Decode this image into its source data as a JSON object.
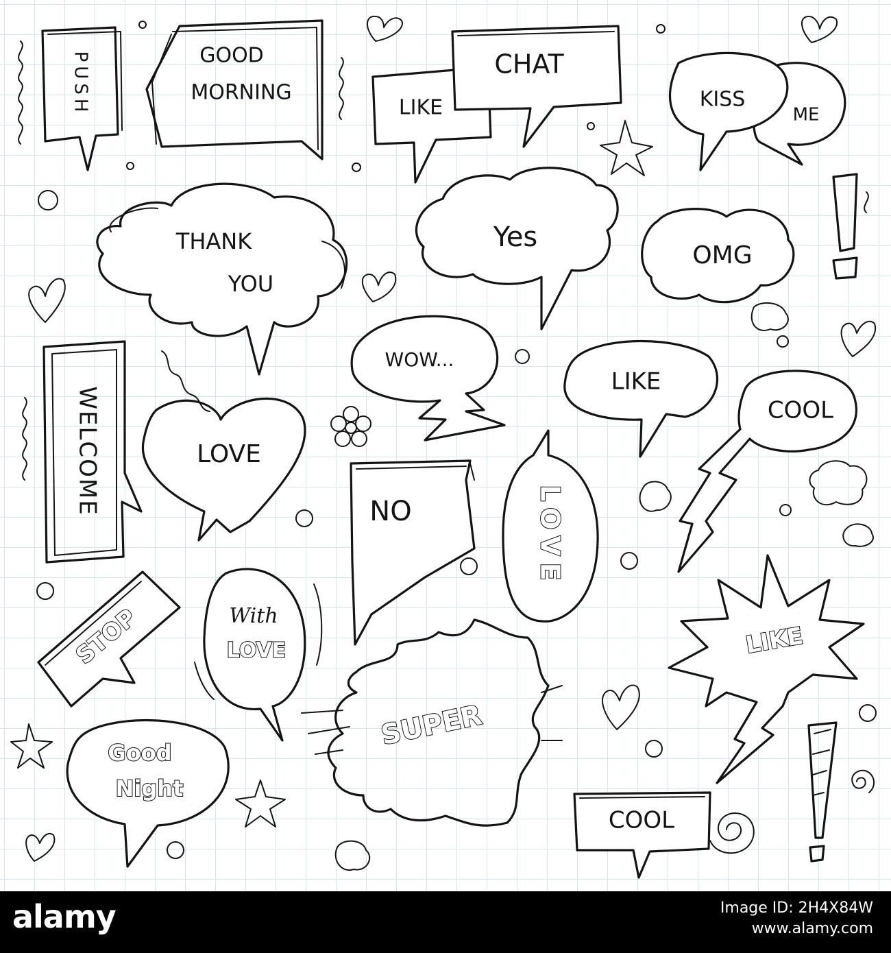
{
  "bubbles": [
    {
      "key": "push",
      "text": "PUSH"
    },
    {
      "key": "good_morning_1",
      "text": "GOOD"
    },
    {
      "key": "good_morning_2",
      "text": "MORNING"
    },
    {
      "key": "like_top",
      "text": "LIKE"
    },
    {
      "key": "chat",
      "text": "CHAT"
    },
    {
      "key": "kiss",
      "text": "KISS"
    },
    {
      "key": "me",
      "text": "ME"
    },
    {
      "key": "thank",
      "text": "THANK"
    },
    {
      "key": "you",
      "text": "YOU"
    },
    {
      "key": "yes",
      "text": "Yes"
    },
    {
      "key": "omg",
      "text": "OMG"
    },
    {
      "key": "welcome",
      "text": "WELCOME"
    },
    {
      "key": "wow",
      "text": "WOW..."
    },
    {
      "key": "like_mid",
      "text": "LIKE"
    },
    {
      "key": "cool_right",
      "text": "COOL"
    },
    {
      "key": "love_heart",
      "text": "LOVE"
    },
    {
      "key": "no",
      "text": "NO"
    },
    {
      "key": "love_vertical",
      "text": "LOVE"
    },
    {
      "key": "stop",
      "text": "STOP"
    },
    {
      "key": "with",
      "text": "With"
    },
    {
      "key": "with_love",
      "text": "LOVE"
    },
    {
      "key": "like_burst",
      "text": "LIKE"
    },
    {
      "key": "super",
      "text": "SUPER"
    },
    {
      "key": "good",
      "text": "Good"
    },
    {
      "key": "night",
      "text": "Night"
    },
    {
      "key": "cool_bottom",
      "text": "COOL"
    }
  ],
  "text": {
    "push": "PUSH",
    "good_morning_1": "GOOD",
    "good_morning_2": "MORNING",
    "like_top": "LIKE",
    "chat": "CHAT",
    "kiss": "KISS",
    "me": "ME",
    "thank": "THANK",
    "you": "YOU",
    "yes": "Yes",
    "omg": "OMG",
    "welcome": "WELCOME",
    "wow": "WOW...",
    "like_mid": "LIKE",
    "cool_right": "COOL",
    "love_heart": "LOVE",
    "no": "NO",
    "love_vertical": "LOVE",
    "stop": "STOP",
    "with": "With",
    "with_love": "LOVE",
    "like_burst": "LIKE",
    "super": "SUPER",
    "good": "Good",
    "night": "Night",
    "cool_bottom": "COOL"
  },
  "watermark": {
    "logo": "alamy",
    "image_id": "Image ID: 2H4X84W",
    "site": "www.alamy.com"
  },
  "colors": {
    "ink": "#141414",
    "grid": "#d9e6e8",
    "paper": "#ffffff",
    "footer": "#000000"
  },
  "icons": [
    "heart-icon",
    "star-icon",
    "exclamation-icon",
    "spiral-icon",
    "flower-icon",
    "circle-icon"
  ]
}
